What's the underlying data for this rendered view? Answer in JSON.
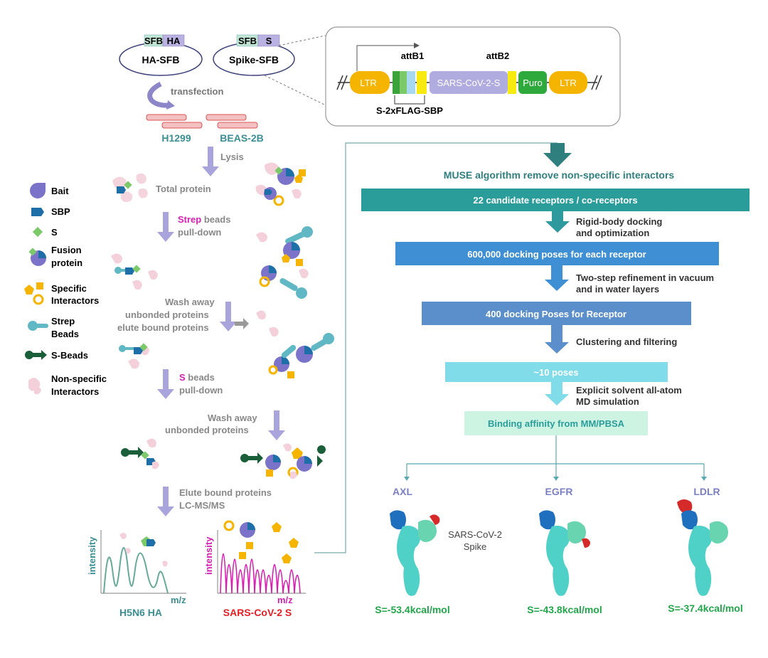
{
  "constructs": {
    "ha": {
      "tag1": "SFB",
      "tag2": "HA",
      "label": "HA-SFB"
    },
    "spike": {
      "tag1": "SFB",
      "tag2": "S",
      "label": "Spike-SFB"
    }
  },
  "plasmid": {
    "attb1": "attB1",
    "attb2": "attB2",
    "ltr_left": "LTR",
    "insert": "SARS-CoV-2-S",
    "puro": "Puro",
    "ltr_right": "LTR",
    "tag_label": "S-2xFLAG-SBP"
  },
  "left_flow": {
    "transfection": "transfection",
    "cell1": "H1299",
    "cell2": "BEAS-2B",
    "lysis": "Lysis",
    "total_protein": "Total protein",
    "strep_word": "Strep",
    "beads_word": " beads",
    "pulldown": "pull-down",
    "wash1_line1": "Wash away",
    "wash1_line2": "unbonded proteins",
    "wash1_line3": "elute bound proteins",
    "s_word": "S",
    "s_beads_word": " beads",
    "s_pulldown": "pull-down",
    "wash2_line1": "Wash away",
    "wash2_line2": "unbonded proteins",
    "elute_line1": "Elute bound proteins",
    "elute_line2": "LC-MS/MS"
  },
  "legend": {
    "bait": "Bait",
    "sbp": "SBP",
    "s": "S",
    "fusion1": "Fusion",
    "fusion2": "protein",
    "specific1": "Specific",
    "specific2": "Interactors",
    "strep1": "Strep",
    "strep2": "Beads",
    "sbeads": "S-Beads",
    "nonspec1": "Non-specific",
    "nonspec2": "Interactors"
  },
  "spectra": {
    "left": {
      "ylabel": "intensity",
      "xlabel": "m/z",
      "title": "H5N6 HA"
    },
    "right": {
      "ylabel": "intensity",
      "xlabel": "m/z",
      "title": "SARS-CoV-2 S"
    }
  },
  "right_flow": {
    "muse": "MUSE algorithm remove non-specific interactors",
    "box1": "22 candidate receptors / co-receptors",
    "step1a": "Rigid-body docking",
    "step1b": "and optimization",
    "box2": "600,000 docking poses for each receptor",
    "step2a": "Two-step refinement in vacuum",
    "step2b": "and in water layers",
    "box3": "400 docking Poses for Receptor",
    "step3": "Clustering and filtering",
    "box4": "~10 poses",
    "step4a": "Explicit solvent all-atom",
    "step4b": "MD simulation",
    "box5": "Binding affinity from MM/PBSA"
  },
  "receptors": [
    {
      "name": "AXL",
      "score": "S=-53.4kcal/mol"
    },
    {
      "name": "EGFR",
      "score": "S=-43.8kcal/mol"
    },
    {
      "name": "LDLR",
      "score": "S=-37.4kcal/mol"
    }
  ],
  "spike_label1": "SARS-CoV-2",
  "spike_label2": "Spike",
  "colors": {
    "teal": "#3a8f93",
    "teal_dark": "#2f7f7f",
    "magenta": "#d61fb0",
    "red": "#e31e24",
    "receptor_purple": "#7b7fc4",
    "score_green": "#22a64a",
    "arrow_lavender": "#a9a4dc",
    "box1": "#2a9d9b",
    "box2": "#3f8fd4",
    "box3": "#5b8fcc",
    "box4": "#7fdce8",
    "box5": "#cdf3e3"
  }
}
